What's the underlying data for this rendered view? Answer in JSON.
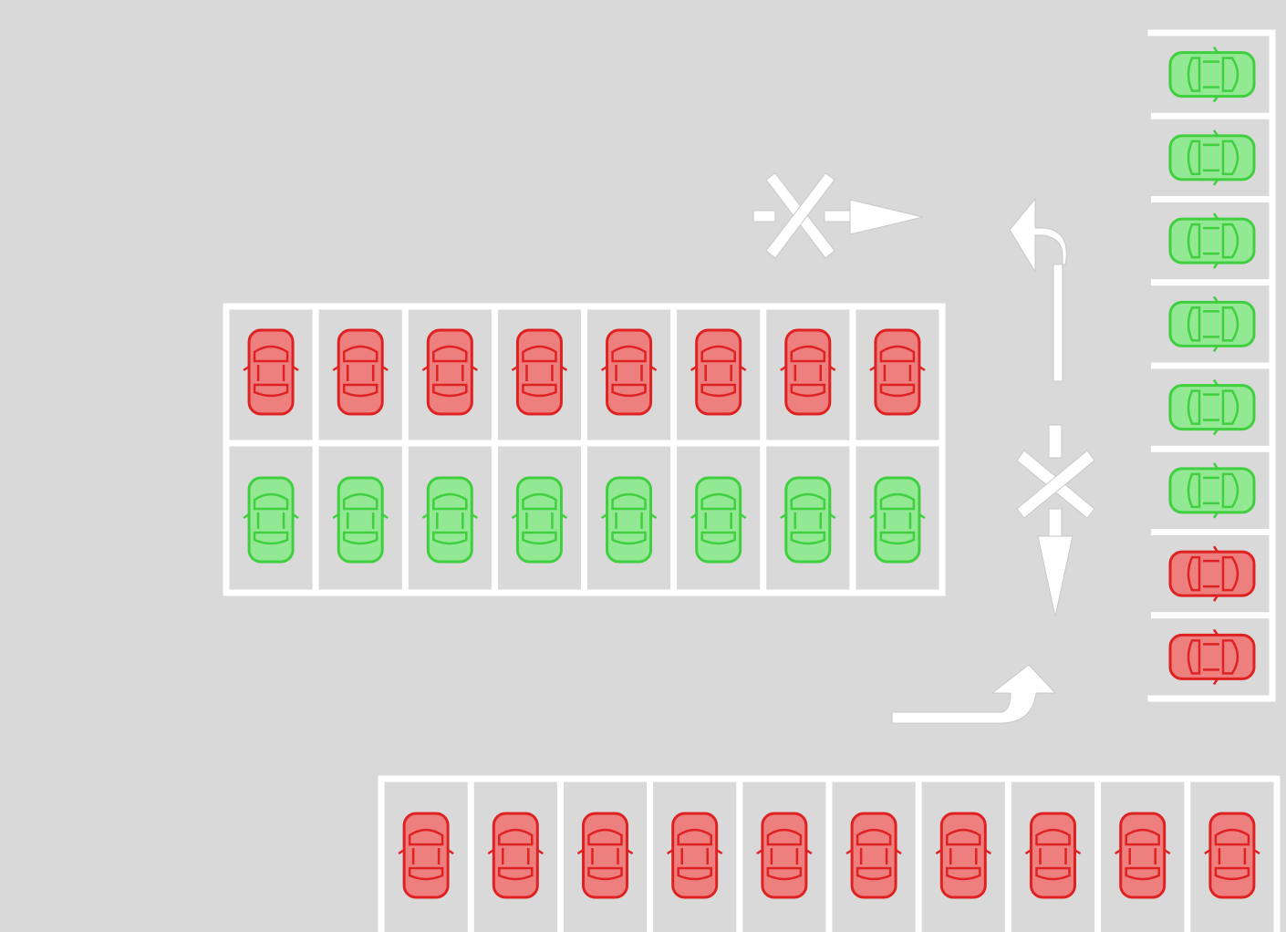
{
  "colors": {
    "ground": "#d9d9d9",
    "marking": "#ffffff",
    "occupied_fill": "#ee7f7f",
    "occupied_stroke": "#de2222",
    "free_fill": "#93e893",
    "free_stroke": "#3fcf3f"
  },
  "icons": {
    "car": "car-icon",
    "no_entry": "no-entry-x-icon",
    "direction": "arrow-icon"
  },
  "parking": {
    "center_top_row": [
      "occupied",
      "occupied",
      "occupied",
      "occupied",
      "occupied",
      "occupied",
      "occupied",
      "occupied"
    ],
    "center_bottom_row": [
      "free",
      "free",
      "free",
      "free",
      "free",
      "free",
      "free",
      "free"
    ],
    "right_column": [
      "free",
      "free",
      "free",
      "free",
      "free",
      "free",
      "occupied",
      "occupied"
    ],
    "bottom_row": [
      "occupied",
      "occupied",
      "occupied",
      "occupied",
      "occupied",
      "occupied",
      "occupied",
      "occupied",
      "occupied",
      "occupied"
    ]
  },
  "road_markings": [
    {
      "kind": "no-entry-x",
      "direction": "right"
    },
    {
      "kind": "turn-arrow",
      "direction": "up-left"
    },
    {
      "kind": "no-entry-x",
      "direction": "down"
    },
    {
      "kind": "turn-arrow",
      "direction": "right-up"
    }
  ]
}
